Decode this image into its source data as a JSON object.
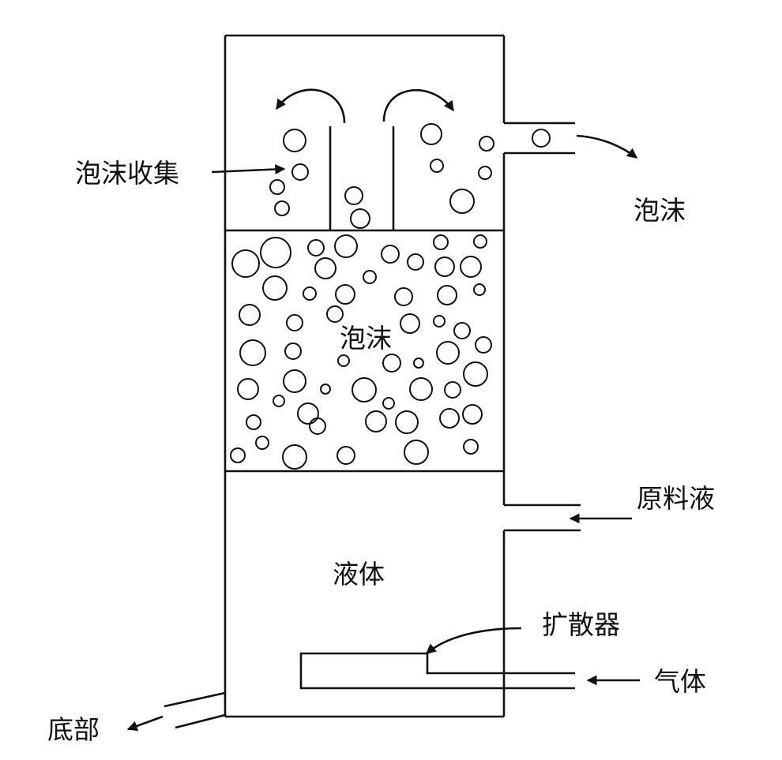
{
  "labels": {
    "foam_collection": "泡沫收集",
    "foam_outlet": "泡沫",
    "foam_zone": "泡沫",
    "feed_liquid": "原料液",
    "liquid": "液体",
    "diffuser": "扩散器",
    "gas": "气体",
    "bottom": "底部"
  },
  "colors": {
    "stroke": "#111111",
    "background": "#ffffff"
  }
}
